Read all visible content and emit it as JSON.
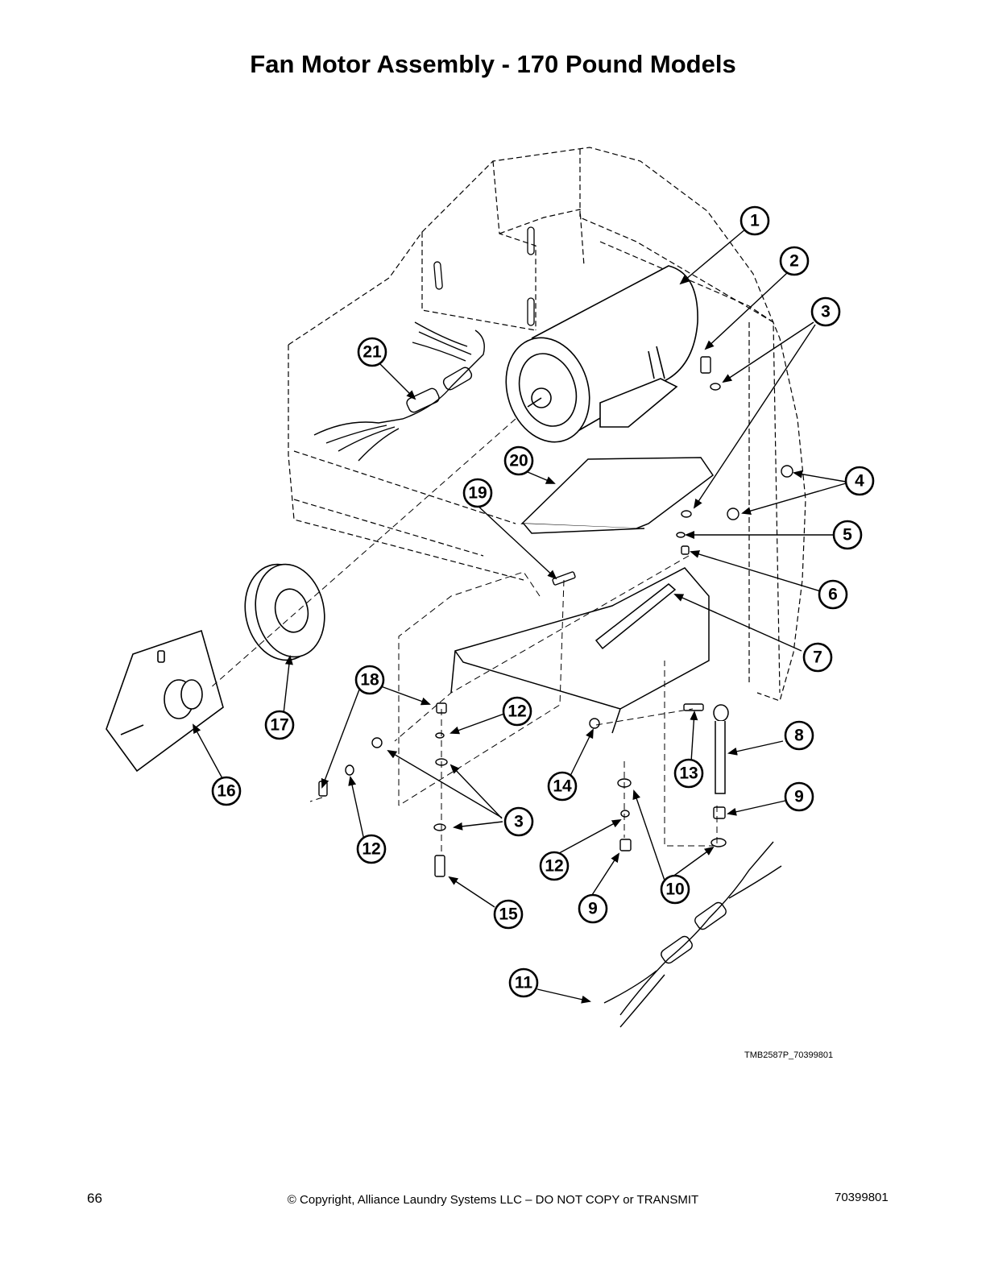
{
  "page": {
    "title": "Fan Motor Assembly - 170 Pound Models",
    "figure_code": "TMB2587P_70399801",
    "page_number": "66",
    "copyright": "© Copyright, Alliance Laundry Systems LLC – DO NOT COPY or TRANSMIT",
    "document_number": "70399801"
  },
  "callouts": [
    "1",
    "2",
    "3",
    "4",
    "5",
    "6",
    "7",
    "8",
    "9",
    "10",
    "11",
    "12",
    "13",
    "14",
    "15",
    "16",
    "17",
    "18",
    "19",
    "20",
    "21"
  ],
  "colors": {
    "line": "#000000",
    "background": "#ffffff"
  }
}
